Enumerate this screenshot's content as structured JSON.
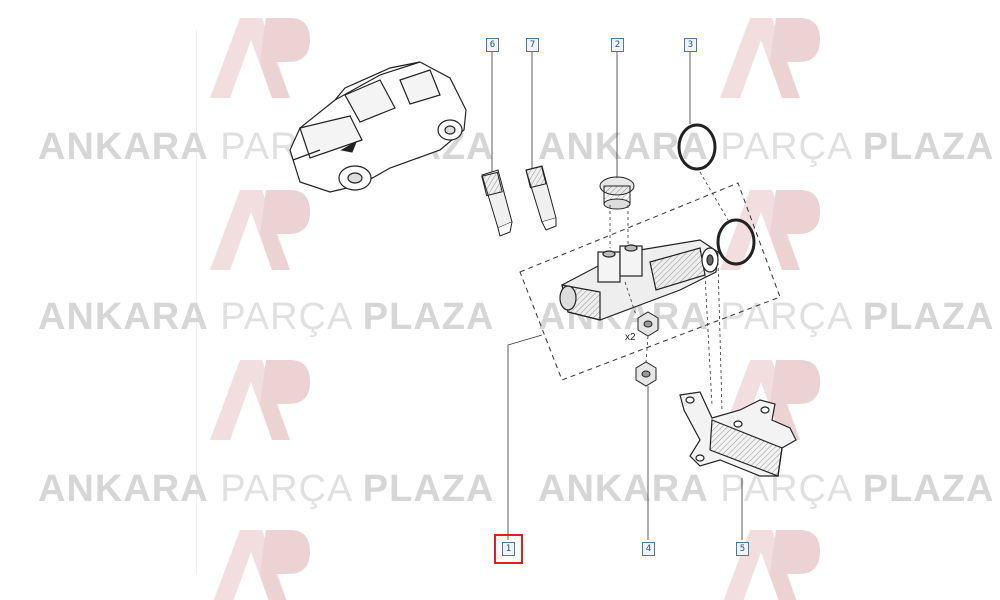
{
  "watermark": {
    "word1": "ANKARA",
    "word2": "PARÇA",
    "word3": "PLAZA",
    "logo_letters": "AP",
    "logo_color": "#e3b9b9",
    "text_color": "#d8d8d8"
  },
  "callouts": {
    "c1": "1",
    "c2": "2",
    "c3": "3",
    "c4": "4",
    "c5": "5",
    "c6": "6",
    "c7": "7"
  },
  "quantity_note": "x2",
  "highlight_color": "#e0201c",
  "callout_color": "#4a78a8"
}
